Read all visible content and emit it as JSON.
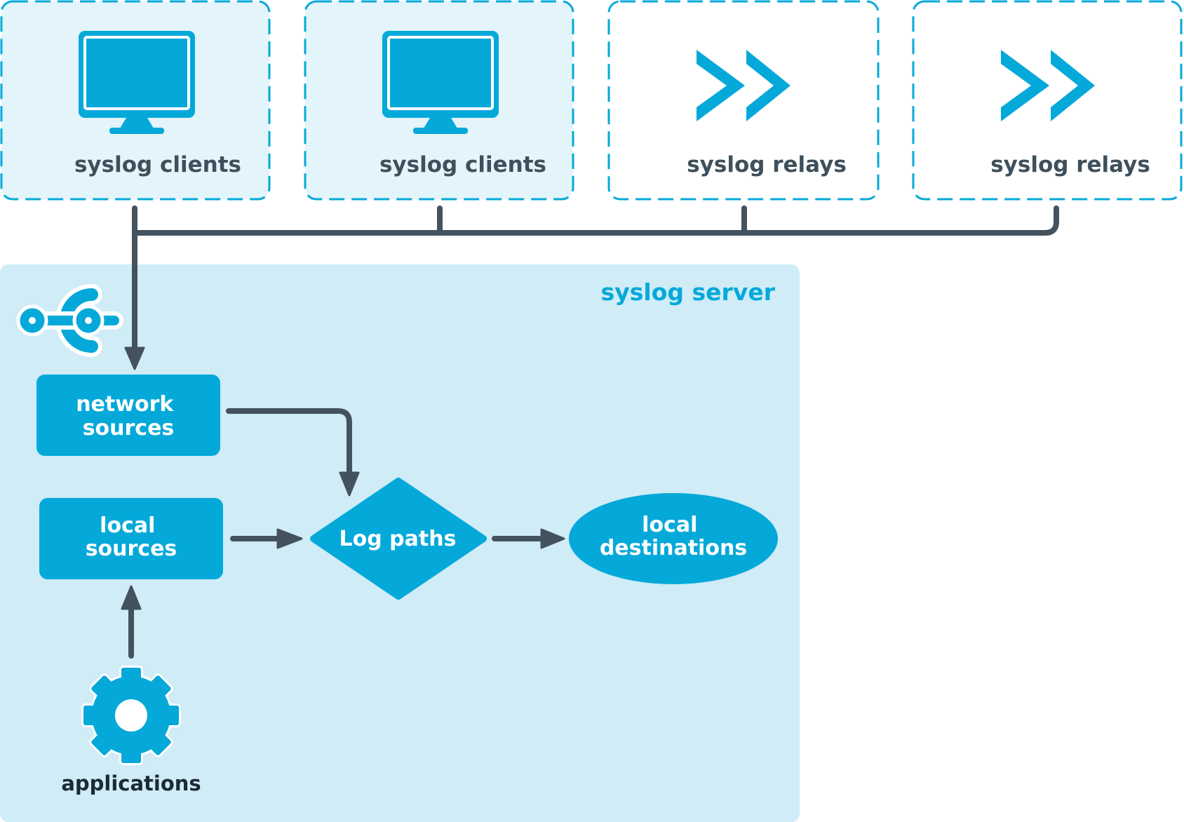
{
  "colors": {
    "accent": "#04a9d9",
    "connector": "#44525d",
    "server_bg": "#cfecf7",
    "client_bg": "#e3f4fa",
    "text_dark": "#3f505c",
    "text_white": "#ffffff"
  },
  "top_row": [
    {
      "label": "syslog clients",
      "icon": "monitor-icon",
      "style": "filled"
    },
    {
      "label": "syslog clients",
      "icon": "monitor-icon",
      "style": "filled"
    },
    {
      "label": "syslog relays",
      "icon": "double-chevron-right-icon",
      "style": "outline"
    },
    {
      "label": "syslog relays",
      "icon": "double-chevron-right-icon",
      "style": "outline"
    }
  ],
  "server": {
    "title": "syslog server",
    "icon": "syslog-ng-logo-icon",
    "network_sources": [
      "network",
      "sources"
    ],
    "local_sources": [
      "local",
      "sources"
    ],
    "log_paths": "Log paths",
    "local_destinations": [
      "local",
      "destinations"
    ],
    "applications": {
      "label": "applications",
      "icon": "gear-icon"
    }
  }
}
